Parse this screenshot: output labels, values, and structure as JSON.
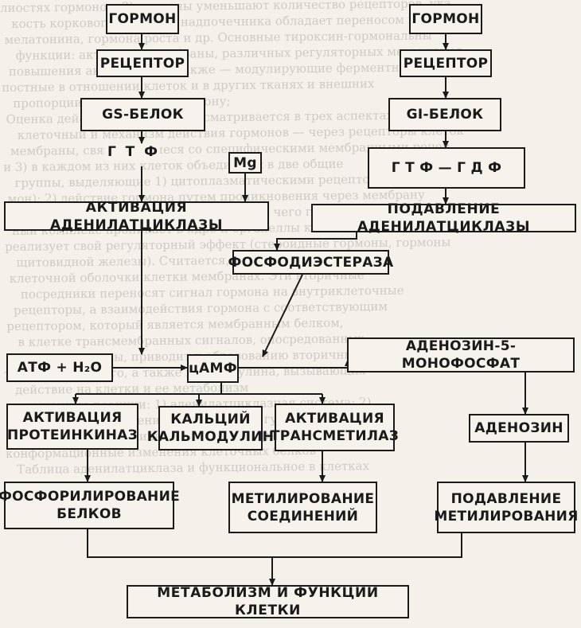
{
  "background_text": [
    "лиостях гормонов; 3) гормоны уменьшают количество рецепторов, ука",
    "кость коркового вещества надпочечника обладает переносом гормоно",
    "мелатонина, гормона роста и др. Основные тироксин-гормональны",
    "функции: активации мембраны, различных регуляторных механизмов",
    "повышения активности, а также — модулирующие ферментные ре",
    "постные в отношении клеток и в других тканях и внешних",
    "пропорции рецепторов к гормону;",
    "Оценка действия гормонов рассматривается в трех аспектах",
    "клеточный и механизм действия гормонов — через рецепторы клеток",
    "мембраны, связывающиеся со специфическими мембранными рецеп",
    "и 3) в каждом из них клеток объединены в две общие",
    "группы, выделяющие 1) цитоплазматическими рецепторами",
    "мон); 2) действие гормона путем проникновения через мембрану",
    "связывания с белками клетками, после чего гормон-рецептор",
    "ный комплекс проникает в ядро и органеллы клеток, где",
    "реализует свой регуляторный эффект (стероидные гормоны, гормоны",
    "щитовидной железы). Считается, что в случае гормонов",
    "клеточной оболочки клетки мембранах. Эти вторичные",
    "посредники переносят сигнал гормона на внутриклеточные",
    "рецепторы, а взаимодействия гормона с соответствующим",
    "рецептором, который является мембранным белком,",
    "в клетке трансмембранных сигналов, опосредованных",
    "аденилатциклазы, приводит к образованию вторичных посредников",
    "трансмембранного, а также кальмодулина, вызывающих",
    "действие на клетки и ее метаболизм",
    "выраженные реакции: 1) аденилатциклазная система; 2)",
    "ферментами: 1) аденилатциклазная и гуанилатциклазная",
    "2) (ГМФ); 3) фосфолипаза С, инозитолтрифосфат",
    "конформационные изменения клеточных белков",
    "Таблица аденилатциклаза и функциональное в клетках"
  ],
  "diagram": {
    "boxes": {
      "hormone_left": "ГОРМОН",
      "receptor_left": "РЕЦЕПТОР",
      "gs_protein": "GS-БЕЛОК",
      "gtp_left": "Г  Т  Ф",
      "mg": "Mg",
      "activation_ac": "АКТИВАЦИЯ  АДЕНИЛАТЦИКЛАЗЫ",
      "hormone_right": "ГОРМОН",
      "receptor_right": "РЕЦЕПТОР",
      "gi_protein": "GI-БЕЛОК",
      "gtp_gdp": "Г  Т  Ф  —  Г Д Ф",
      "suppression_ac": "ПОДАВЛЕНИЕ  АДЕНИЛАТЦИКЛАЗЫ",
      "phosphodiesterase": "ФОСФОДИЭСТЕРАЗА",
      "atp_h2o": "АТФ + H₂O",
      "camp": "цАМФ",
      "adenosine_5_monophosphate": "АДЕНОЗИН-5-МОНОФОСФАТ",
      "pk_activation": "АКТИВАЦИЯ\nПРОТЕИНКИНАЗ",
      "calcium_calmodulin": "КАЛЬЦИЙ\nКАЛЬМОДУЛИН",
      "tm_activation": "АКТИВАЦИЯ\nТРАНСМЕТИЛАЗ",
      "adenosine": "АДЕНОЗИН",
      "protein_phosphorylation": "ФОСФОРИЛИРОВАНИЕ\nБЕЛКОВ",
      "compound_methylation": "МЕТИЛИРОВАНИЕ\nСОЕДИНЕНИЙ",
      "methylation_suppression": "ПОДАВЛЕНИЕ\nМЕТИЛИРОВАНИЯ",
      "metabolism": "МЕТАБОЛИЗМ  И  ФУНКЦИИ  КЛЕТКИ"
    }
  }
}
